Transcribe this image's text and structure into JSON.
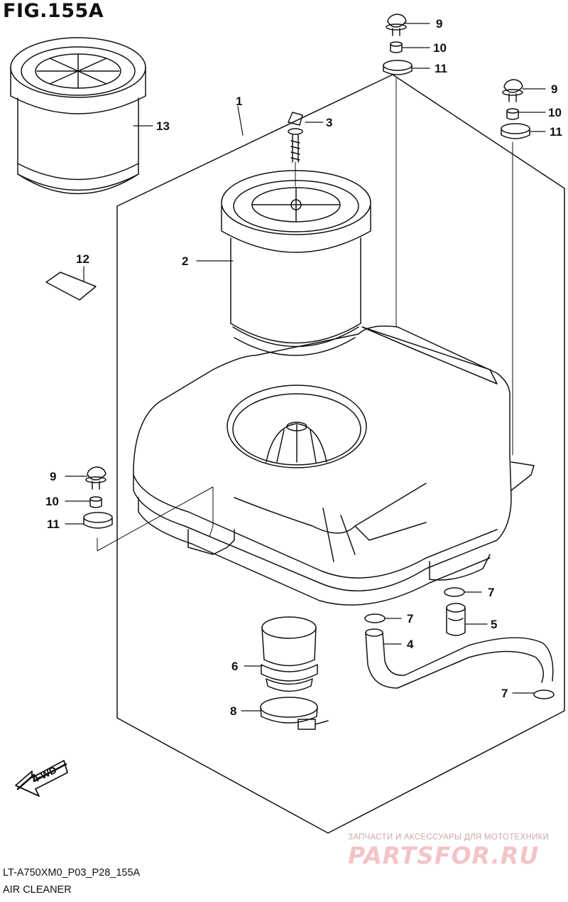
{
  "figure": {
    "title": "FIG.155A",
    "code": "LT-A750XM0_P03_P28_155A",
    "subtitle": "AIR CLEANER"
  },
  "direction_marker": {
    "label": "FWD",
    "icon": "fwd-arrow-icon"
  },
  "watermark": {
    "tagline": "ЗАПЧАСТИ И АКСЕССУАРЫ ДЛЯ МОТОТЕХНИКИ",
    "logo": "PARTSFOR.RU"
  },
  "callouts": {
    "c1": "1",
    "c2": "2",
    "c3": "3",
    "c4": "4",
    "c5": "5",
    "c6": "6",
    "c7a": "7",
    "c7b": "7",
    "c7c": "7",
    "c8": "8",
    "c9a": "9",
    "c9b": "9",
    "c9c": "9",
    "c10a": "10",
    "c10b": "10",
    "c10c": "10",
    "c11a": "11",
    "c11b": "11",
    "c11c": "11",
    "c12": "12",
    "c13": "13"
  }
}
